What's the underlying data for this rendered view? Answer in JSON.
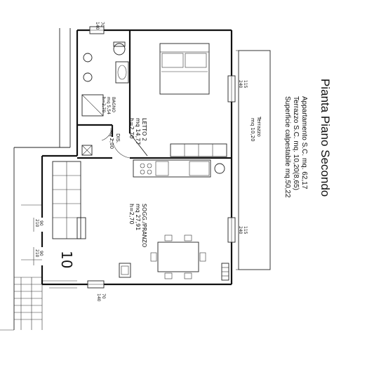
{
  "title": "Pianta Piano Secondo",
  "summary": {
    "line1": "Appartamento S.C. mq. 62,17",
    "line2": "Terrazzo S.C. mq. 10,20(8,65)",
    "line3": "Superficie calpestabile mq.50,22"
  },
  "rooms": {
    "letto": {
      "name": "LETTO 2",
      "area": "mq 14,77",
      "height": "h=2,70"
    },
    "soggiorno": {
      "name": "SOGG./PRANZO",
      "area": "mq 27,91",
      "height": "h=2,70"
    },
    "terrazzo": {
      "name": "Terrazzo",
      "area": "mq 10,20"
    },
    "bagno": {
      "name": "BAGNO",
      "area": "mq 5,54",
      "height": "h=2,70"
    },
    "dis": {
      "name": "DIS.",
      "area": "mq 2,00"
    }
  },
  "unit_number": "10",
  "windows": {
    "top": {
      "w": "70",
      "h": "140"
    },
    "bottom": {
      "w": "70",
      "h": "140"
    },
    "right_upper": {
      "w": "115",
      "h": "240"
    },
    "right_lower": {
      "w": "115",
      "h": "240"
    }
  },
  "doors": {
    "left_upper": {
      "w": "90",
      "h": "210"
    },
    "left_lower": {
      "w": "90",
      "h": "210"
    }
  }
}
